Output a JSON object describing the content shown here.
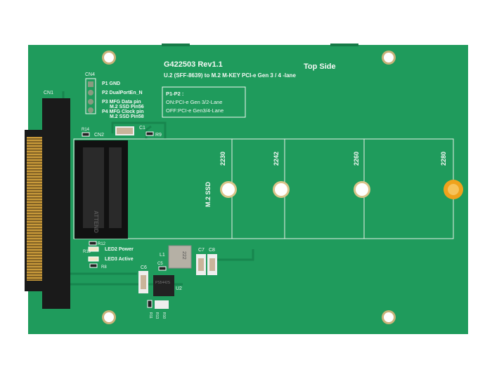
{
  "board": {
    "part_number": "G422503 Rev1.1",
    "side": "Top Side",
    "description": "U.2 (SFF-8639) to M.2 M-KEY PCI-e Gen 3 / 4 -lane",
    "pcb_color": "#1f9b5c",
    "standoff_color": "#f0a21c"
  },
  "header_cn4": {
    "label": "CN4",
    "pins": [
      {
        "pin": "P1",
        "desc": "GND"
      },
      {
        "pin": "P2",
        "desc": "DualPortEn_N"
      },
      {
        "pin": "P3",
        "desc": "MFG Data pin",
        "desc2": "M.2 SSD Pin56"
      },
      {
        "pin": "P4",
        "desc": "MFG Clock pin",
        "desc2": "M.2 SSD Pin58"
      }
    ]
  },
  "jumper_note": {
    "title": "P1-P2 :",
    "on": "ON:PCI-e Gen 3/2-Lane",
    "off": "OFF:PCI-e Gen3/4-Lane"
  },
  "connectors": {
    "cn1": "CN1",
    "cn2": "CN2"
  },
  "m2": {
    "label": "M.2 SSD",
    "slot_text": "ATTEND",
    "sizes": [
      "2230",
      "2242",
      "2260",
      "2280"
    ]
  },
  "leds": {
    "led2": "LED2 Power",
    "led3": "LED3 Active"
  },
  "components": {
    "r14": "R14",
    "r9": "R9",
    "c1": "C1",
    "r12": "R12",
    "r15": "R15",
    "r8": "R8",
    "l1": "L1",
    "l1_marking": "222",
    "c5": "C5",
    "c6": "C6",
    "c7": "C7",
    "c8": "C8",
    "u2": "U2",
    "u2_marking": "PS5442S",
    "r11": "R11",
    "r13": "R13",
    "r10": "R10"
  }
}
